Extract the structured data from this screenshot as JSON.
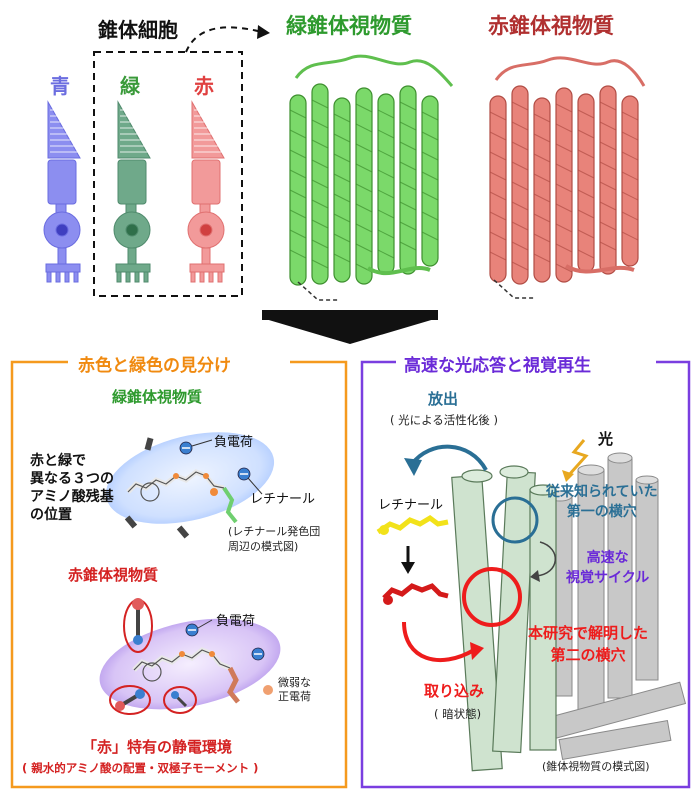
{
  "top": {
    "cone_cells_title": "錐体細胞",
    "cone_labels": {
      "blue": "青",
      "green": "緑",
      "red": "赤"
    },
    "green_opsin_title": "緑錐体視物質",
    "red_opsin_title": "赤錐体視物質"
  },
  "left_panel": {
    "title": "赤色と緑色の見分け",
    "green_section_title": "緑錐体視物質",
    "residue_label_lines": [
      "赤と緑で",
      "異なる３つの",
      "アミノ酸残基",
      "の位置"
    ],
    "negative_charge_1": "負電荷",
    "retinal_label": "レチナール",
    "diagram_caption_lines": [
      "(レチナール発色団",
      "周辺の模式図)"
    ],
    "red_section_title": "赤錐体視物質",
    "negative_charge_2": "負電荷",
    "weak_charge_lines": [
      "微弱な",
      "正電荷"
    ],
    "conclusion_title": "「赤」特有の静電環境",
    "conclusion_sub": "( 親水的アミノ酸の配置・双極子モーメント )"
  },
  "right_panel": {
    "title": "高速な光応答と視覚再生",
    "release_label": "放出",
    "release_sub": "( 光による活性化後 )",
    "light_label": "光",
    "retinal_label": "レチナール",
    "first_pore_lines": [
      "従来知られていた",
      "第一の横穴"
    ],
    "fast_cycle_lines": [
      "高速な",
      "視覚サイクル"
    ],
    "second_pore_lines": [
      "本研究で解明した",
      "第二の横穴"
    ],
    "uptake_label": "取り込み",
    "uptake_sub": "( 暗状態)",
    "model_caption": "(錐体視物質の模式図)"
  },
  "colors": {
    "blue_cone": "#8c8ef0",
    "green_cone": "#6fa98a",
    "red_cone": "#f08a8a",
    "green_opsin": "#7bd96a",
    "red_opsin": "#e8837a",
    "orange_frame": "#f59a1e",
    "purple_frame": "#7a3ee0",
    "green_text": "#2e9a2e",
    "red_text": "#d42222",
    "teal_text": "#2a6f95",
    "purple_text": "#6a2ad8"
  }
}
